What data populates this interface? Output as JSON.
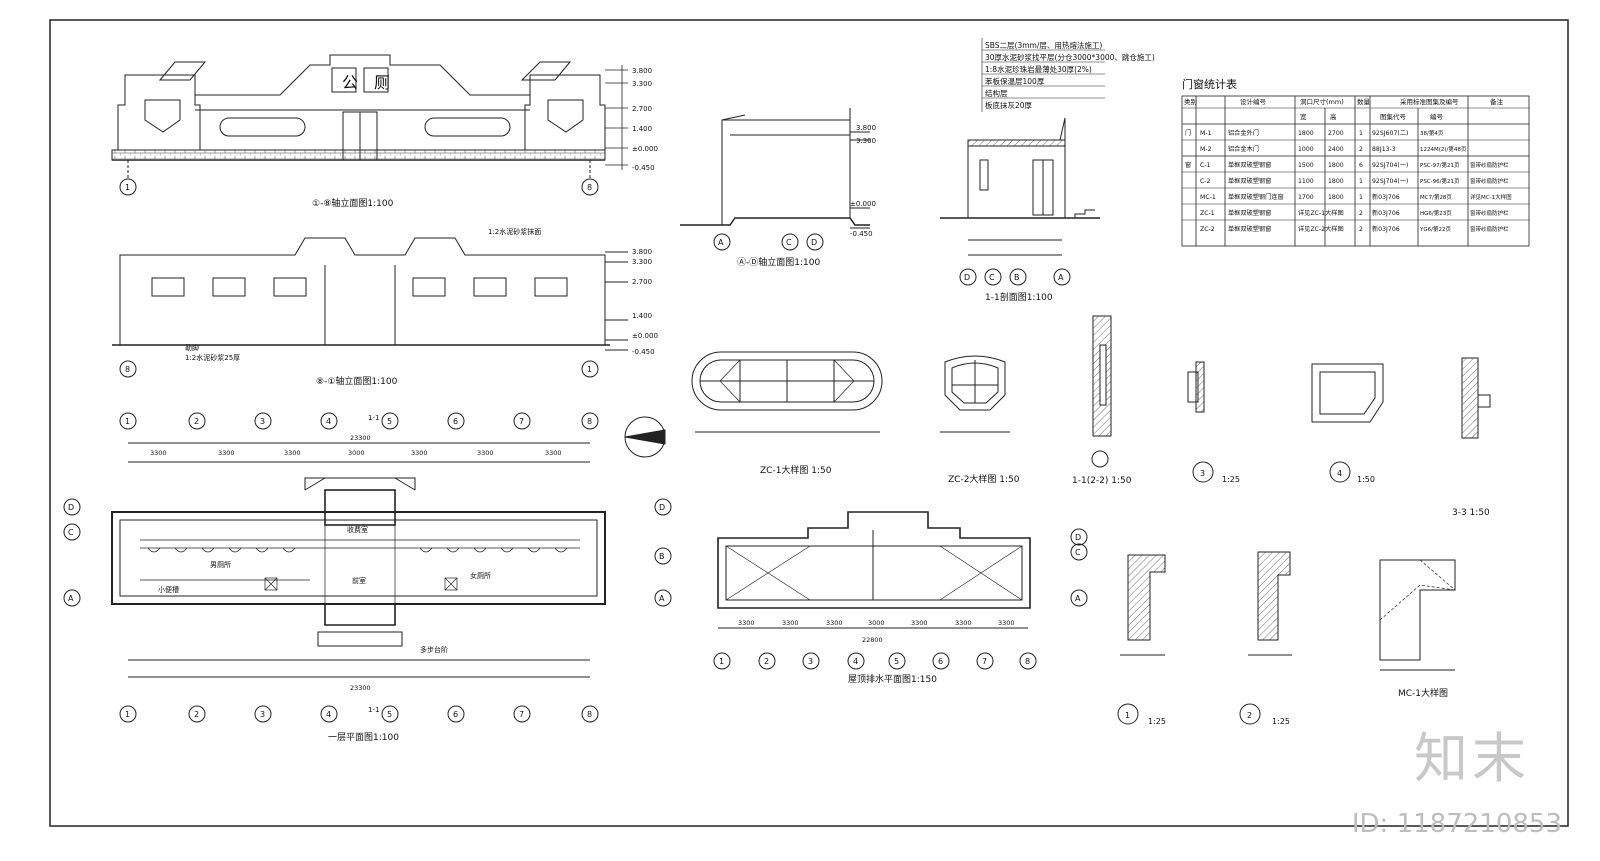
{
  "titles": {
    "front_elevation": "①-⑧轴立面图1:100",
    "rear_elevation": "⑧-①轴立面图1:100",
    "side_elevation": "Ⓐ-Ⓓ轴立面图1:100",
    "section": "1-1剖面图1:100",
    "floor_plan": "一层平面图1:100",
    "roof_plan": "屋顶排水平面图1:150",
    "zc1": "ZC-1大样图 1:50",
    "zc2": "ZC-2大样图 1:50",
    "sec11": "1-1(2-2) 1:50",
    "d3": "1:25",
    "d4": "1:50",
    "s33": "3-3 1:50",
    "d1": "1:25",
    "d2": "1:25",
    "mc1": "MC-1大样图"
  },
  "sign": {
    "char1": "公",
    "char2": "厕"
  },
  "roof_layers": [
    "SBS二层(3mm/层、用热熔法施工)",
    "30厚水泥砂浆找平层(分仓3000*3000、跳仓施工)",
    "1:8水泥珍珠岩最薄处30厚(2%)",
    "苯板保温层100厚",
    "结构层",
    "板底抹灰20厚"
  ],
  "door_window_table": {
    "title": "门窗统计表",
    "headers": [
      "类别",
      "设计编号",
      "洞口尺寸(mm)",
      "数量",
      "采用标准图集及编号",
      "备注"
    ],
    "subheaders": [
      "宽",
      "高",
      "图集代号",
      "编号"
    ],
    "rows": [
      [
        "门",
        "M-1",
        "铝合金外门",
        "1800",
        "2700",
        "1",
        "92SJ607(二)",
        "38/第4页",
        ""
      ],
      [
        "",
        "M-2",
        "铝合金木门",
        "1000",
        "2400",
        "2",
        "88J13-3",
        "1224M(2)/第48页",
        ""
      ],
      [
        "窗",
        "C-1",
        "单框双玻塑钢窗",
        "1500",
        "1800",
        "6",
        "92SJ704(一)",
        "PSC-97/第21页",
        "窗带纱扇防护栏"
      ],
      [
        "",
        "C-2",
        "单框双玻塑钢窗",
        "1100",
        "1800",
        "1",
        "92SJ704(一)",
        "PSC-96/第21页",
        "窗带纱扇防护栏"
      ],
      [
        "",
        "MC-1",
        "单框双玻塑钢门连窗",
        "1700",
        "1800",
        "1",
        "新03J706",
        "MC7/第28页",
        "详见MC-1大样图"
      ],
      [
        "",
        "ZC-1",
        "单框双玻塑钢窗",
        "详见ZC-1大样图",
        "",
        "2",
        "新03J706",
        "HG6/第23页",
        "窗带纱扇防护栏"
      ],
      [
        "",
        "ZC-2",
        "单框双玻塑钢窗",
        "详见ZC-2大样图",
        "",
        "2",
        "新03J706",
        "YG6/第22页",
        "窗带纱扇防护栏"
      ]
    ]
  },
  "elevation_levels": [
    "3.800",
    "3.300",
    "2.700",
    "1.400",
    "±0.000",
    "-0.450"
  ],
  "rear_levels": [
    "3.800",
    "3.300",
    "2.700",
    "1.400",
    "±0.000",
    "-0.450"
  ],
  "grid_numbers": [
    "1",
    "2",
    "3",
    "4",
    "5",
    "6",
    "7",
    "8"
  ],
  "grid_letters": [
    "D",
    "C",
    "B",
    "A"
  ],
  "plan_dims_top": [
    "3300",
    "3300",
    "3300",
    "3000",
    "3300",
    "3300",
    "3300"
  ],
  "plan_dim_total": "23300",
  "roof_dims": [
    "3300",
    "3300",
    "3300",
    "3000",
    "3300",
    "3300",
    "3300"
  ],
  "roof_dim_total": "22800",
  "rooms": {
    "booth": "收费室",
    "front": "前室",
    "men": "男厕所",
    "women": "女厕所",
    "urinal": "小便槽"
  },
  "labels": {
    "paint_front": "1:2水泥砂浆抹面",
    "paint_rear": "1:2水泥砂浆抹面",
    "plinth": "勒脚",
    "plinth_note": "1:2水泥砂浆25厚",
    "steps": "多步台阶",
    "section_11": "1-1",
    "det_label_3": "3",
    "det_label_4": "4",
    "det_label_1": "1",
    "det_label_2": "2"
  },
  "watermark": {
    "logo": "知末",
    "id": "ID: 1187210853"
  }
}
